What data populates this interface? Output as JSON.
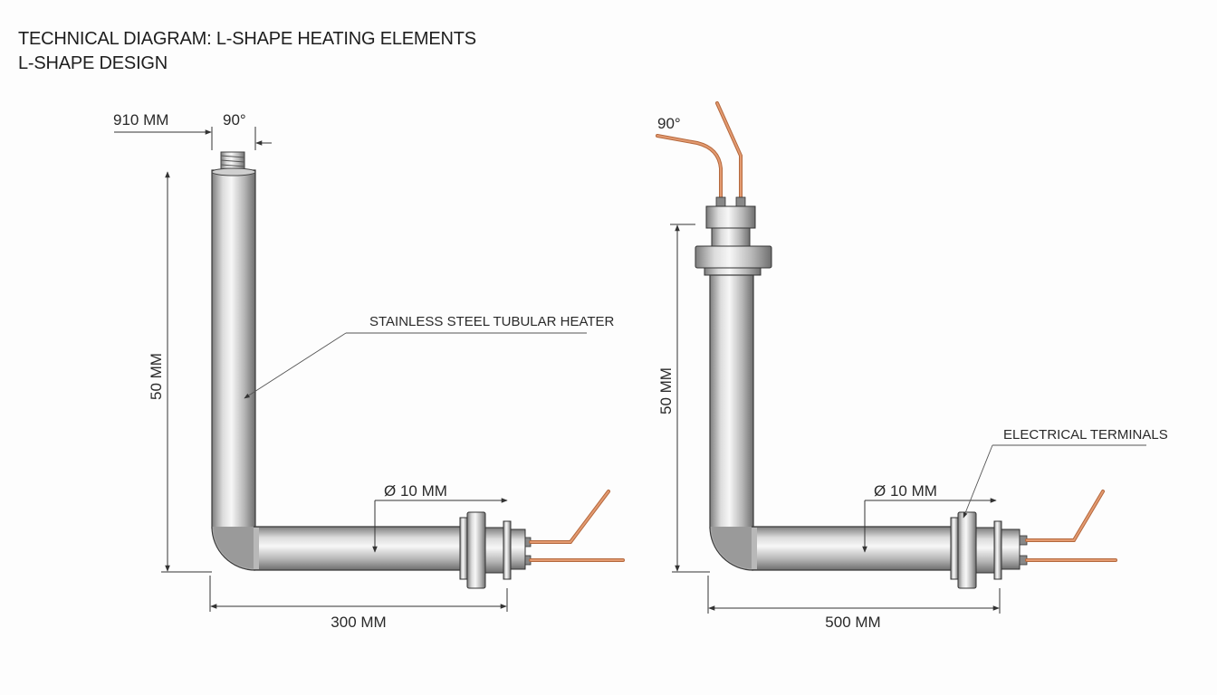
{
  "header": {
    "line1": "TECHNICAL DIAGRAM: L-SHAPE HEATING ELEMENTS",
    "line2": "L-SHAPE DESIGN"
  },
  "left_element": {
    "dim_top_length": "910 MM",
    "dim_top_angle": "90°",
    "dim_height": "50 MM",
    "dim_diameter": "Ø 10 MM",
    "dim_length": "300 MM",
    "callout_material": "STAINLESS STEEL TUBULAR HEATER"
  },
  "right_element": {
    "dim_angle": "90°",
    "dim_height": "50 MM",
    "dim_diameter": "Ø 10 MM",
    "dim_length": "500 MM",
    "callout_terminals": "ELECTRICAL TERMINALS"
  },
  "colors": {
    "steel_light": "#f2f2f2",
    "steel_dark": "#8a8a8a",
    "copper": "#d4835a",
    "line": "#333333"
  }
}
